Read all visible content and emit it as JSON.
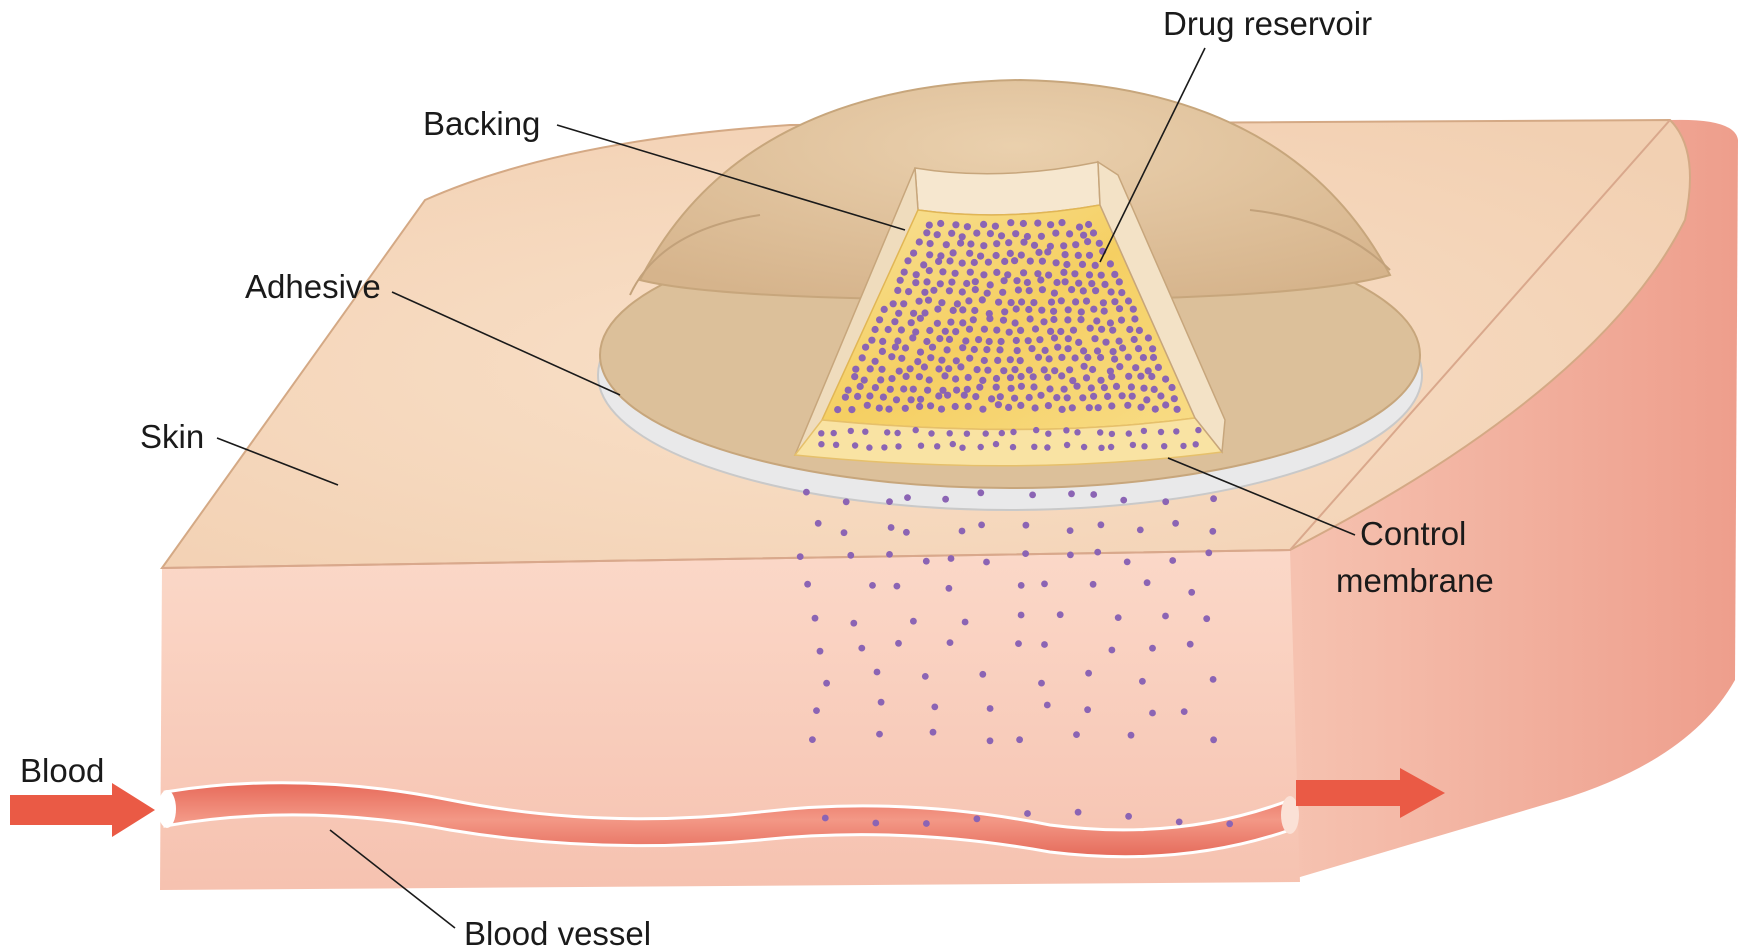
{
  "labels": {
    "drug_reservoir": "Drug reservoir",
    "backing": "Backing",
    "adhesive": "Adhesive",
    "skin": "Skin",
    "control_membrane_line1": "Control",
    "control_membrane_line2": "membrane",
    "blood": "Blood",
    "blood_vessel": "Blood vessel"
  },
  "colors": {
    "skin_top": "#f6d9c0",
    "skin_front": "#f7c9b8",
    "skin_side": "#f1a998",
    "skin_outline": "#d4a985",
    "patch_dome": "#e3c49e",
    "patch_shadow": "#cfae86",
    "reservoir_fill": "#f6d66a",
    "membrane_fill": "#f8e08f",
    "adhesive_ring": "#e9e9ea",
    "drug_dot": "#8b64b4",
    "blood_vessel": "#ee8271",
    "arrow": "#ea5a45"
  },
  "icons": {
    "inflow": "arrow-right-icon",
    "outflow": "arrow-right-icon"
  }
}
